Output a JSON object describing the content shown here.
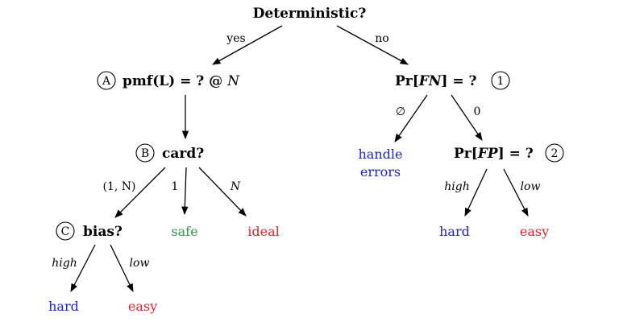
{
  "root": {
    "label": "Deterministic?"
  },
  "edges": {
    "root_yes": "yes",
    "root_no": "no",
    "fn_empty": "∅",
    "fn_zero": "0",
    "card_1N": "(1, N)",
    "card_1": "1",
    "card_N": "N",
    "bias_high": "high",
    "bias_low": "low",
    "fp_high": "high",
    "fp_low": "low"
  },
  "nodes": {
    "pmf": {
      "marker": "A",
      "text_pre": "pmf(L) = ? @ ",
      "text_var": "N"
    },
    "card": {
      "marker": "B",
      "text": "card?"
    },
    "bias": {
      "marker": "C",
      "text": "bias?"
    },
    "prfn": {
      "text_pre": "Pr[",
      "text_var": "FN",
      "text_post": "] = ?",
      "marker": "1"
    },
    "prfp": {
      "text_pre": "Pr[",
      "text_var": "FP",
      "text_post": "] = ?",
      "marker": "2"
    }
  },
  "leaves": {
    "safe": {
      "text": "safe",
      "color": "#2e9a4a"
    },
    "ideal": {
      "text": "ideal",
      "color": "#e8202a"
    },
    "hard_left": {
      "text": "hard",
      "color": "#1f23d8"
    },
    "easy_left": {
      "text": "easy",
      "color": "#e8202a"
    },
    "handle_errors": {
      "line1": "handle",
      "line2": "errors",
      "color": "#1f23d8"
    },
    "hard_right": {
      "text": "hard",
      "color": "#1f23d8"
    },
    "easy_right": {
      "text": "easy",
      "color": "#e8202a"
    }
  }
}
